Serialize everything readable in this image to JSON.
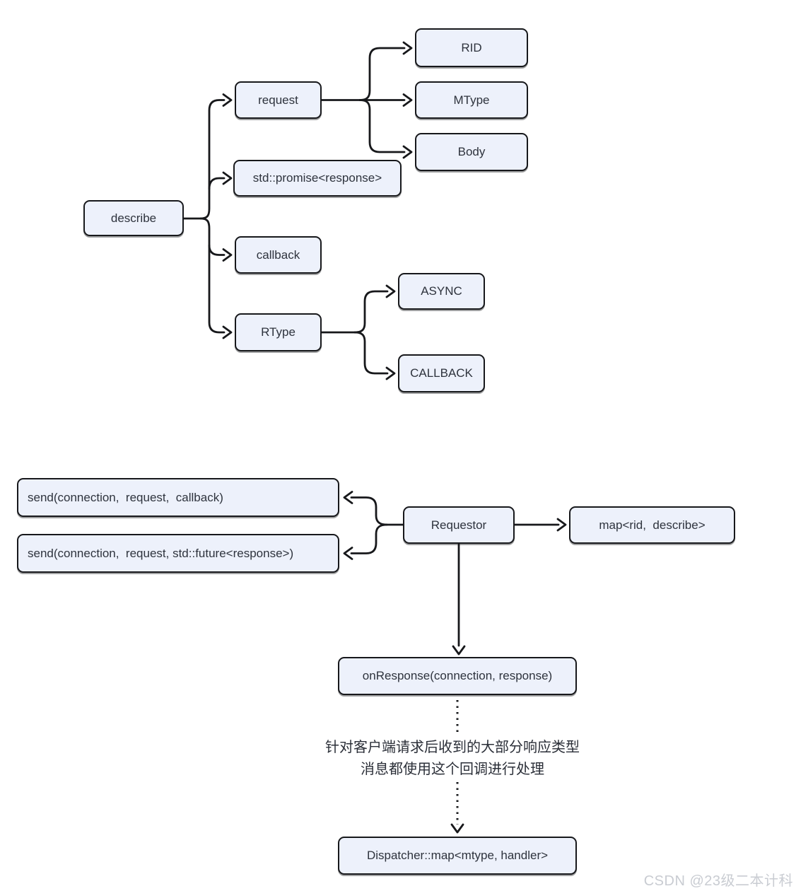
{
  "tree": {
    "describe": "describe",
    "request": "request",
    "rid": "RID",
    "mtype": "MType",
    "body": "Body",
    "std_promise": "std::promise<response>",
    "callback": "callback",
    "rtype": "RType",
    "async": "ASYNC",
    "callback_enum": "CALLBACK"
  },
  "flow": {
    "send_callback": "send(connection,  request,  callback)",
    "send_future": "send(connection,  request, std::future<response>)",
    "requestor": "Requestor",
    "map_rid": "map<rid,  describe>",
    "on_response": "onResponse(connection, response)",
    "dispatcher": "Dispatcher::map<mtype, handler>"
  },
  "annotation": {
    "line1": "针对客户端请求后收到的大部分响应类型",
    "line2": "消息都使用这个回调进行处理"
  },
  "watermark": {
    "text": "CSDN @23级二本计科"
  },
  "colors": {
    "node_fill": "#edf1fb",
    "node_border": "#17181b",
    "line": "#17181b",
    "text": "#2e333d",
    "watermark": "#c9ccd2",
    "background": "#ffffff"
  }
}
